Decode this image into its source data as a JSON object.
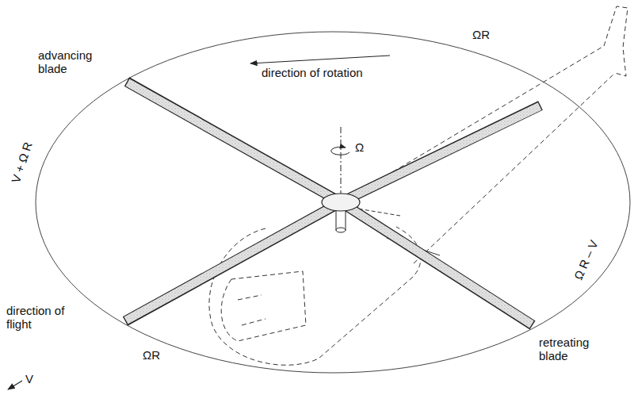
{
  "diagram": {
    "labels": [
      "advancing blade",
      "direction of rotation",
      "ΩR",
      "V + Ω R",
      "Ω",
      "ΩR",
      "Ω R – V",
      "retreating blade",
      "direction of flight",
      "V"
    ]
  }
}
